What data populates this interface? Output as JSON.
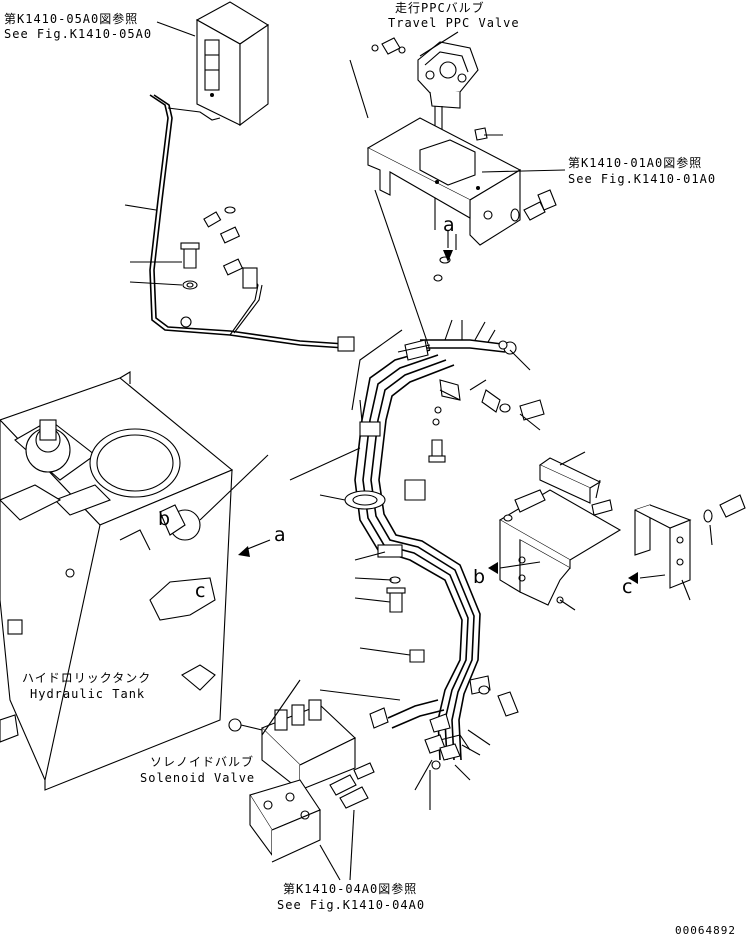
{
  "callouts": {
    "ref_05a0_jp": "第K1410-05A0図参照",
    "ref_05a0_en": "See Fig.K1410-05A0",
    "travel_ppc_jp": "走行PPCバルブ",
    "travel_ppc_en": "Travel PPC Valve",
    "ref_01a0_jp": "第K1410-01A0図参照",
    "ref_01a0_en": "See Fig.K1410-01A0",
    "hydraulic_tank_jp": "ハイドロリックタンク",
    "hydraulic_tank_en": "Hydraulic Tank",
    "solenoid_valve_jp": "ソレノイドバルブ",
    "solenoid_valve_en": "Solenoid Valve",
    "ref_04a0_jp": "第K1410-04A0図参照",
    "ref_04a0_en": "See Fig.K1410-04A0"
  },
  "view_letters": {
    "a_bracket": "a",
    "a_tank": "a",
    "b_tank": "b",
    "c_tank": "c",
    "b_bracket": "b",
    "c_bracket": "c"
  },
  "drawing_number": "00064892"
}
